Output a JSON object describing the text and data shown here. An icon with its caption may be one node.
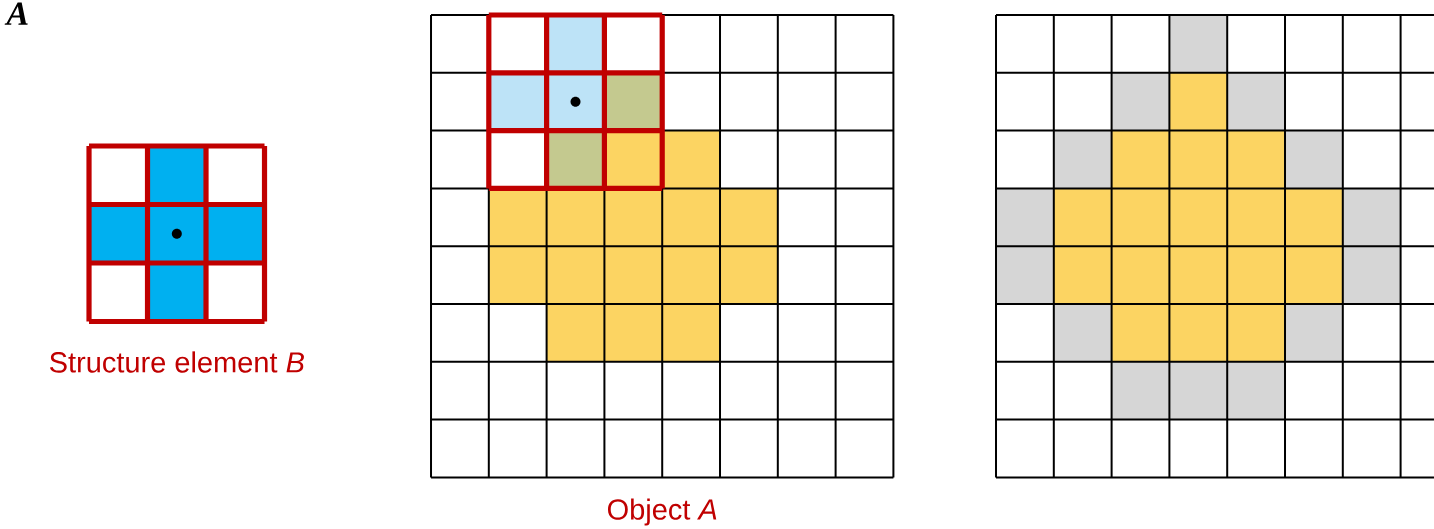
{
  "diagram": {
    "nodes": [
      {
        "text": [
          "Structure element *B*"
        ]
      },
      {
        "text": [
          "Object *A*"
        ]
      },
      {
        "text": [],
        "shape": "box"
      }
    ],
    "edges": [],
    "labels": [
      "A"
    ]
  }
}
